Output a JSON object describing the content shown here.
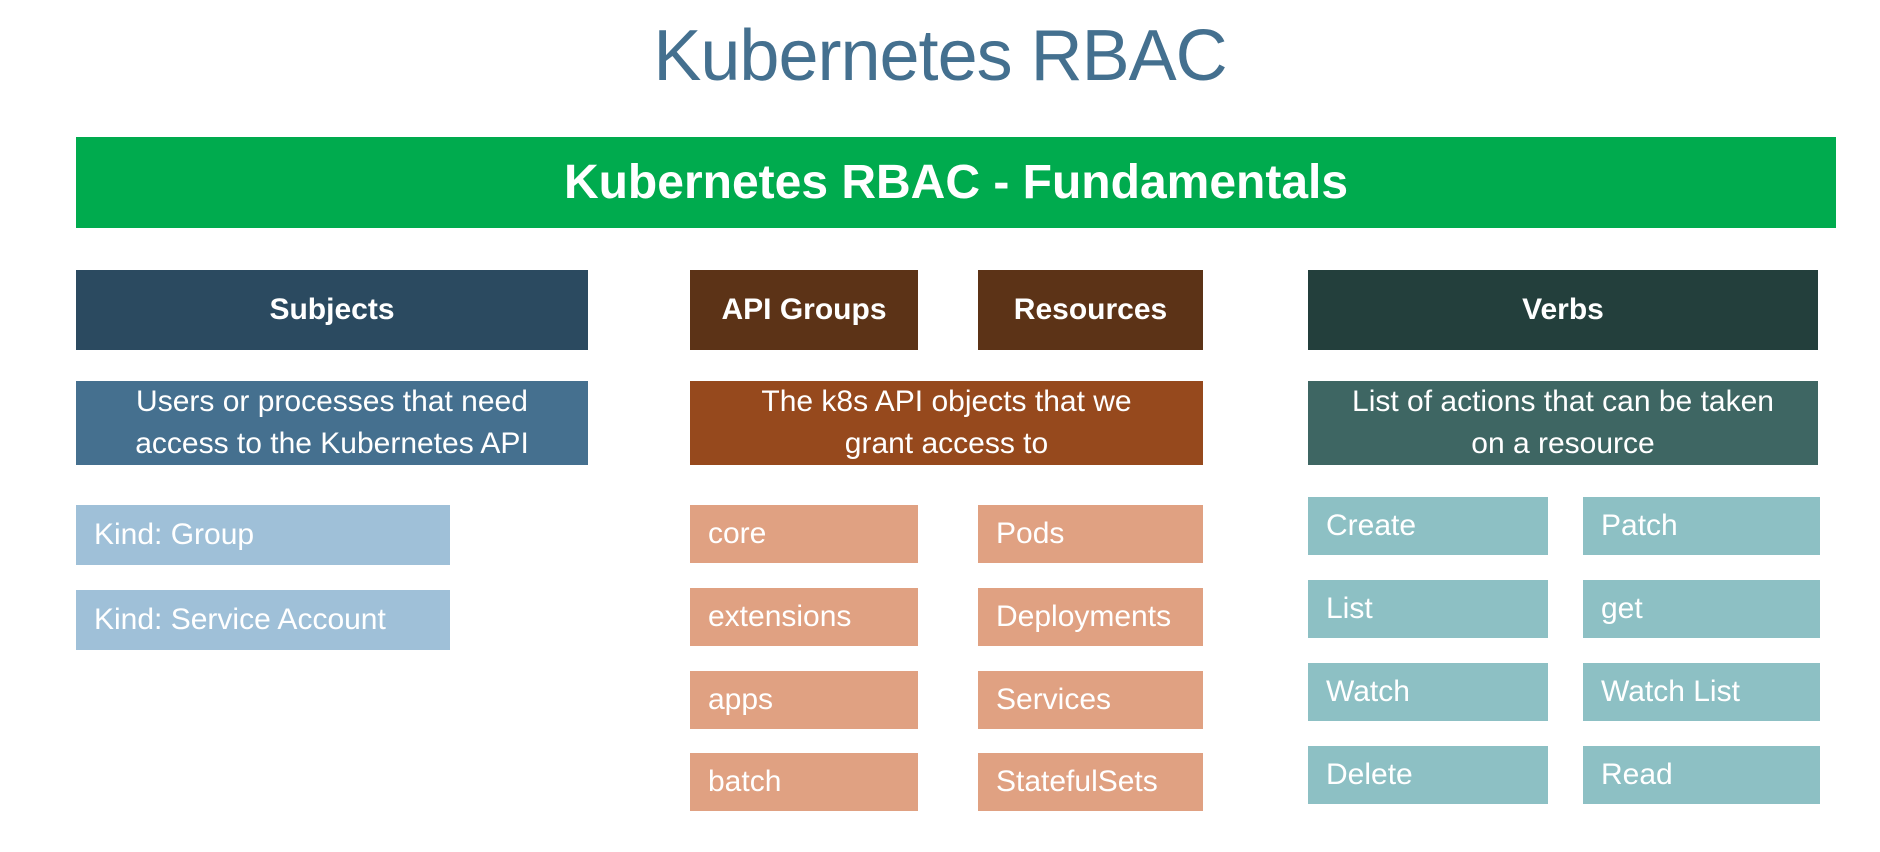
{
  "colors": {
    "title_text": "#44708f",
    "text_white": "#ffffff",
    "banner_bg": "#00ab4e",
    "subjects_header_bg": "#2b4a60",
    "subjects_desc_bg": "#45708f",
    "subjects_item_bg": "#9fc0d8",
    "brown_header_bg": "#5c3317",
    "brown_desc_bg": "#96491d",
    "brown_item_bg": "#e0a182",
    "verbs_header_bg": "#233f3c",
    "verbs_desc_bg": "#3e6663",
    "verbs_item_bg": "#8dc0c4"
  },
  "title": "Kubernetes RBAC",
  "banner": "Kubernetes RBAC - Fundamentals",
  "subjects": {
    "header": "Subjects",
    "description": "Users or processes that need\naccess to the Kubernetes API",
    "items": [
      "Kind: Group",
      "Kind: Service Account"
    ]
  },
  "api_groups": {
    "header": "API Groups",
    "items": [
      "core",
      "extensions",
      "apps",
      "batch"
    ]
  },
  "resources": {
    "header": "Resources",
    "items": [
      "Pods",
      "Deployments",
      "Services",
      "StatefulSets"
    ]
  },
  "api_objects": {
    "description": "The k8s API objects that we\ngrant access to"
  },
  "verbs": {
    "header": "Verbs",
    "description": "List of actions that can be taken\non a resource",
    "items_left": [
      "Create",
      "List",
      "Watch",
      "Delete"
    ],
    "items_right": [
      "Patch",
      "get",
      "Watch List",
      "Read"
    ]
  }
}
